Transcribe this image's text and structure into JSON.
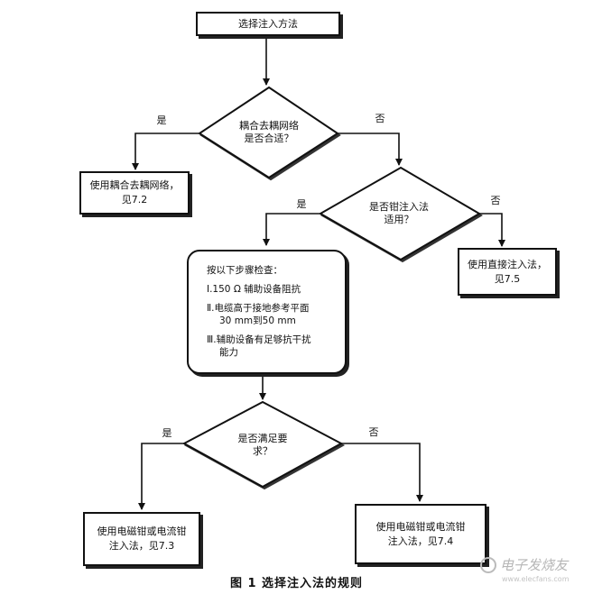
{
  "nodes": {
    "start": "选择注入方法",
    "decision1": "耦合去耦网络\n是否合适？",
    "action_cdn": "使用耦合去耦网络，\n见7.2",
    "decision2": "是否钳注入法\n适用？",
    "action_direct": "使用直接注入法，\n见7.5",
    "check_title": "按以下步骤检查：",
    "check_items": [
      {
        "main": "Ⅰ.150 Ω 辅助设备阻抗",
        "sub": ""
      },
      {
        "main": "Ⅱ.电缆高于接地参考平面",
        "sub": "30 mm到50 mm"
      },
      {
        "main": "Ⅲ.辅助设备有足够抗干扰",
        "sub": "能力"
      }
    ],
    "decision3": "是否满足要\n求？",
    "action_clamp_73": "使用电磁钳或电流钳\n注入法，见7.3",
    "action_clamp_74": "使用电磁钳或电流钳\n注入法，见7.4"
  },
  "edge_labels": {
    "d1_yes": "是",
    "d1_no": "否",
    "d2_yes": "是",
    "d2_no": "否",
    "d3_yes": "是",
    "d3_no": "否"
  },
  "caption": "图 1   选择注入法的规则",
  "watermark": {
    "text": "电子发烧友",
    "sub": "www.elecfans.com"
  }
}
